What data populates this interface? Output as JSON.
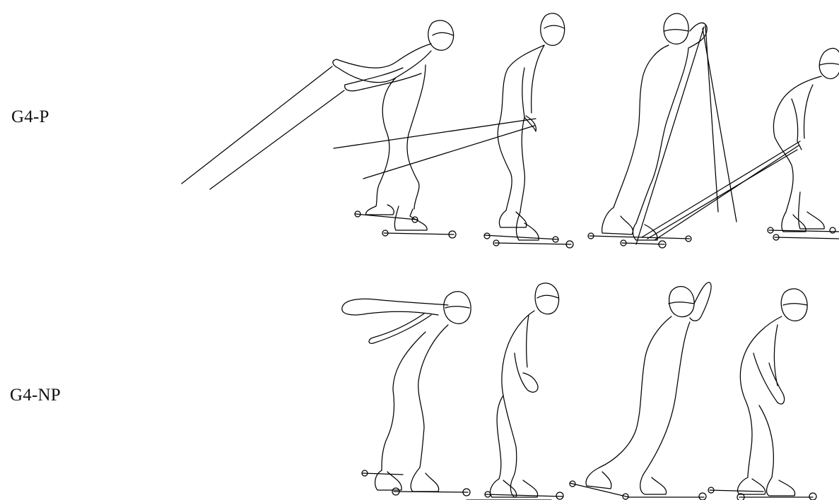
{
  "rows": [
    {
      "label": "G4-P",
      "frames": 4,
      "poles": true
    },
    {
      "label": "G4-NP",
      "frames": 4,
      "poles": false
    }
  ],
  "colors": {
    "line": "#000000",
    "background": "#ffffff",
    "text": "#111111"
  }
}
